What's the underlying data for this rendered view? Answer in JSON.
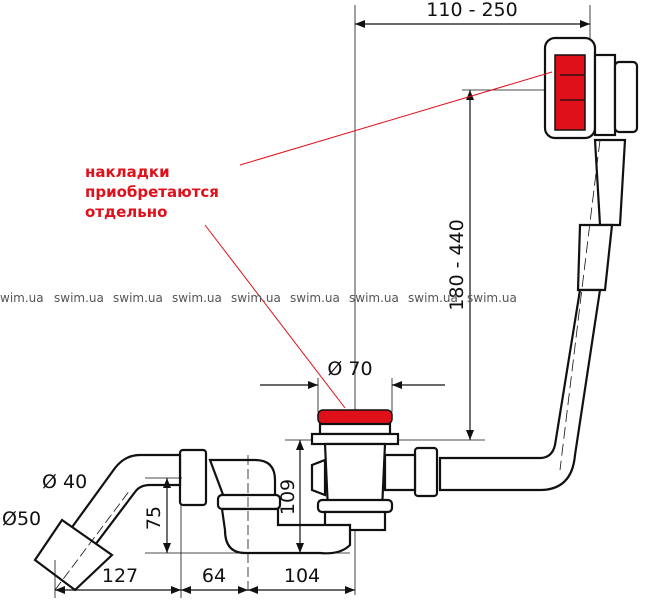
{
  "dimensions": {
    "top_width": "110 - 250",
    "height_range": "180 - 440",
    "drain_diameter": "Ø 70",
    "pipe_d40": "Ø 40",
    "pipe_d50": "Ø50",
    "height_75": "75",
    "height_109": "109",
    "len_127": "127",
    "len_64": "64",
    "len_104": "104"
  },
  "note": {
    "lines": [
      "накладки",
      "приобретаются",
      "отдельно"
    ],
    "color": "#e0101a"
  },
  "watermark": {
    "items": [
      "wim.ua",
      "swim.ua",
      "swim.ua",
      "swim.ua",
      "swim.ua",
      "swim.ua",
      "swim.ua",
      "swim.ua",
      "swim.ua"
    ]
  },
  "colors": {
    "accent_red": "#e0101a",
    "line": "#111111"
  }
}
